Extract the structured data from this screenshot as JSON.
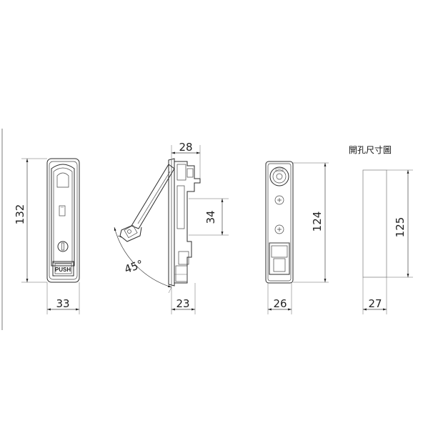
{
  "cutout": {
    "title": "開孔尺寸圖",
    "height": "125",
    "width": "27"
  },
  "front_view": {
    "height": "132",
    "width": "33",
    "button_text": "PUSH"
  },
  "side_view": {
    "depth_top": "28",
    "spacing": "34",
    "depth_bottom": "23",
    "angle": "45°"
  },
  "rear_view": {
    "height": "124",
    "width": "26"
  }
}
